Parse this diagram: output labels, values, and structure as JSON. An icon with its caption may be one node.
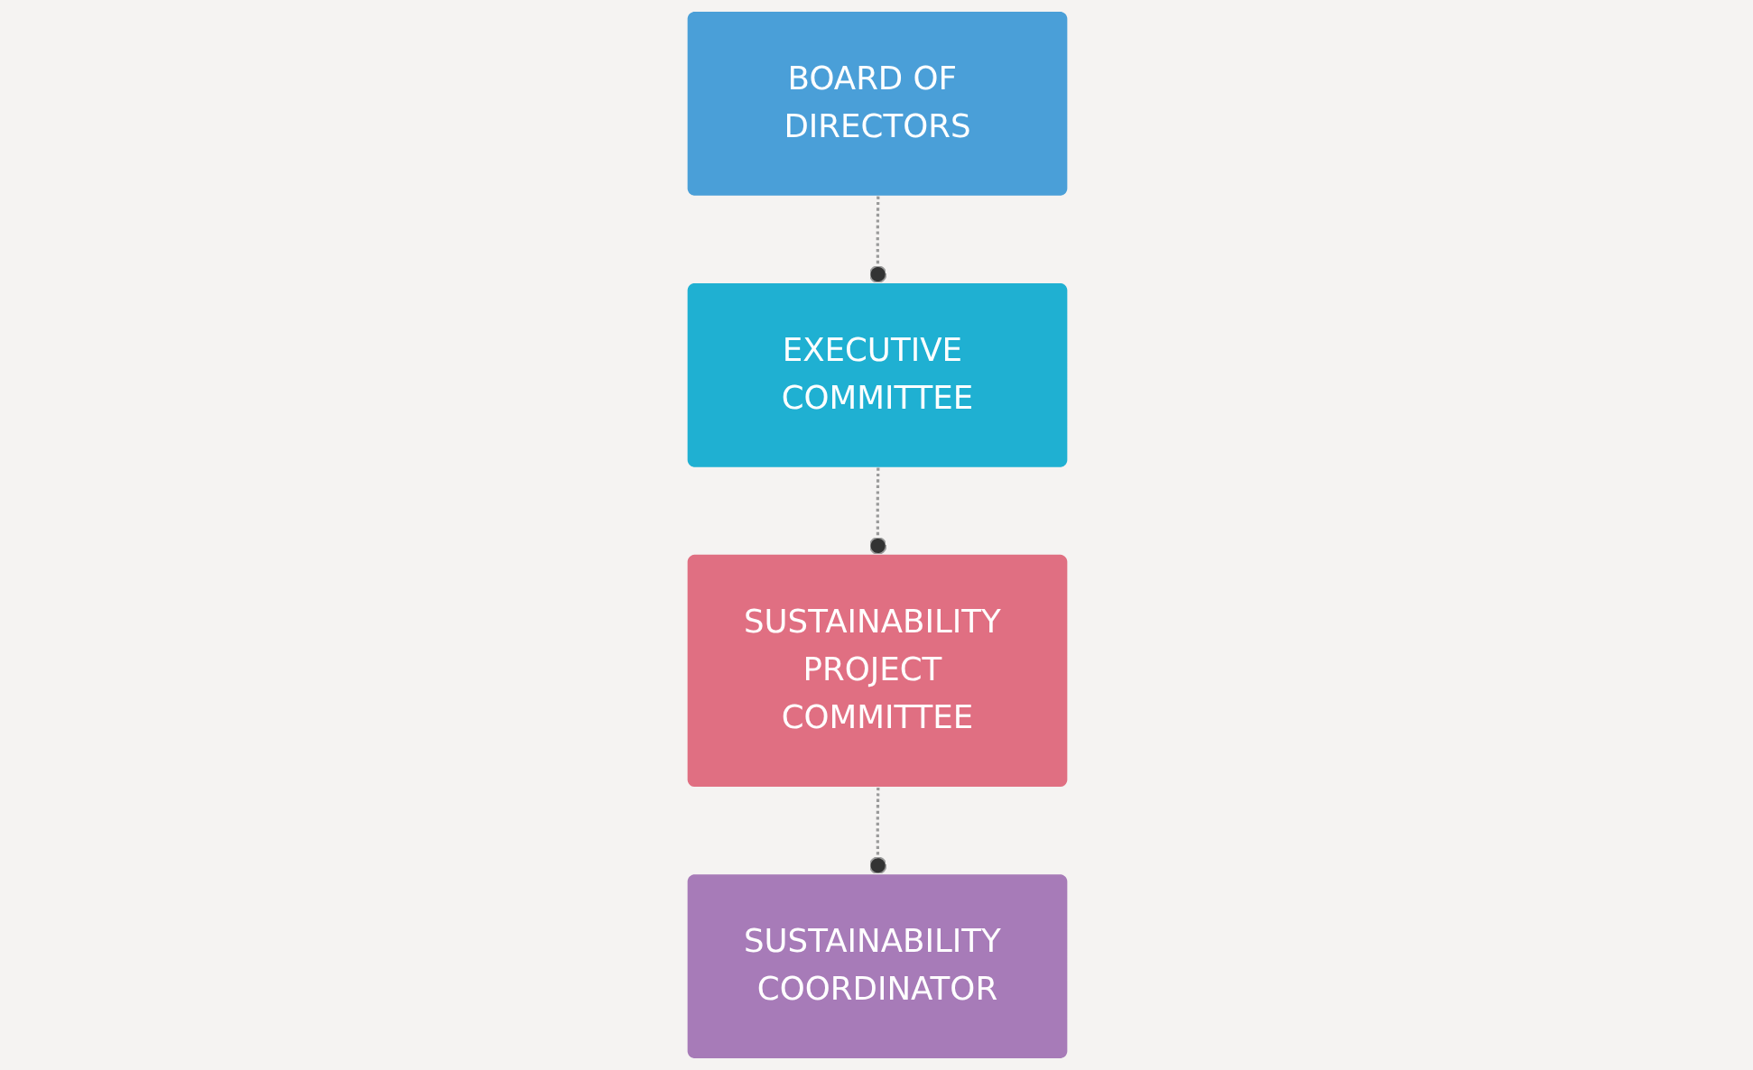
{
  "diagram": {
    "nodes": [
      {
        "text": [
          "BOARD OF DIRECTORS"
        ]
      },
      {
        "text": [
          "EXECUTIVE COMMITTEE"
        ]
      },
      {
        "text": [
          "SUSTAINABILITY PROJECT COMMITTEE"
        ]
      },
      {
        "text": [
          "SUSTAINABILITY COORDINATOR"
        ]
      }
    ],
    "edges": [
      {
        "from": 0,
        "to": 1,
        "arrow": "other",
        "style": "dashed"
      },
      {
        "from": 1,
        "to": 2,
        "arrow": "other",
        "style": "dashed"
      },
      {
        "from": 2,
        "to": 3,
        "arrow": "other",
        "style": "dashed"
      }
    ]
  }
}
